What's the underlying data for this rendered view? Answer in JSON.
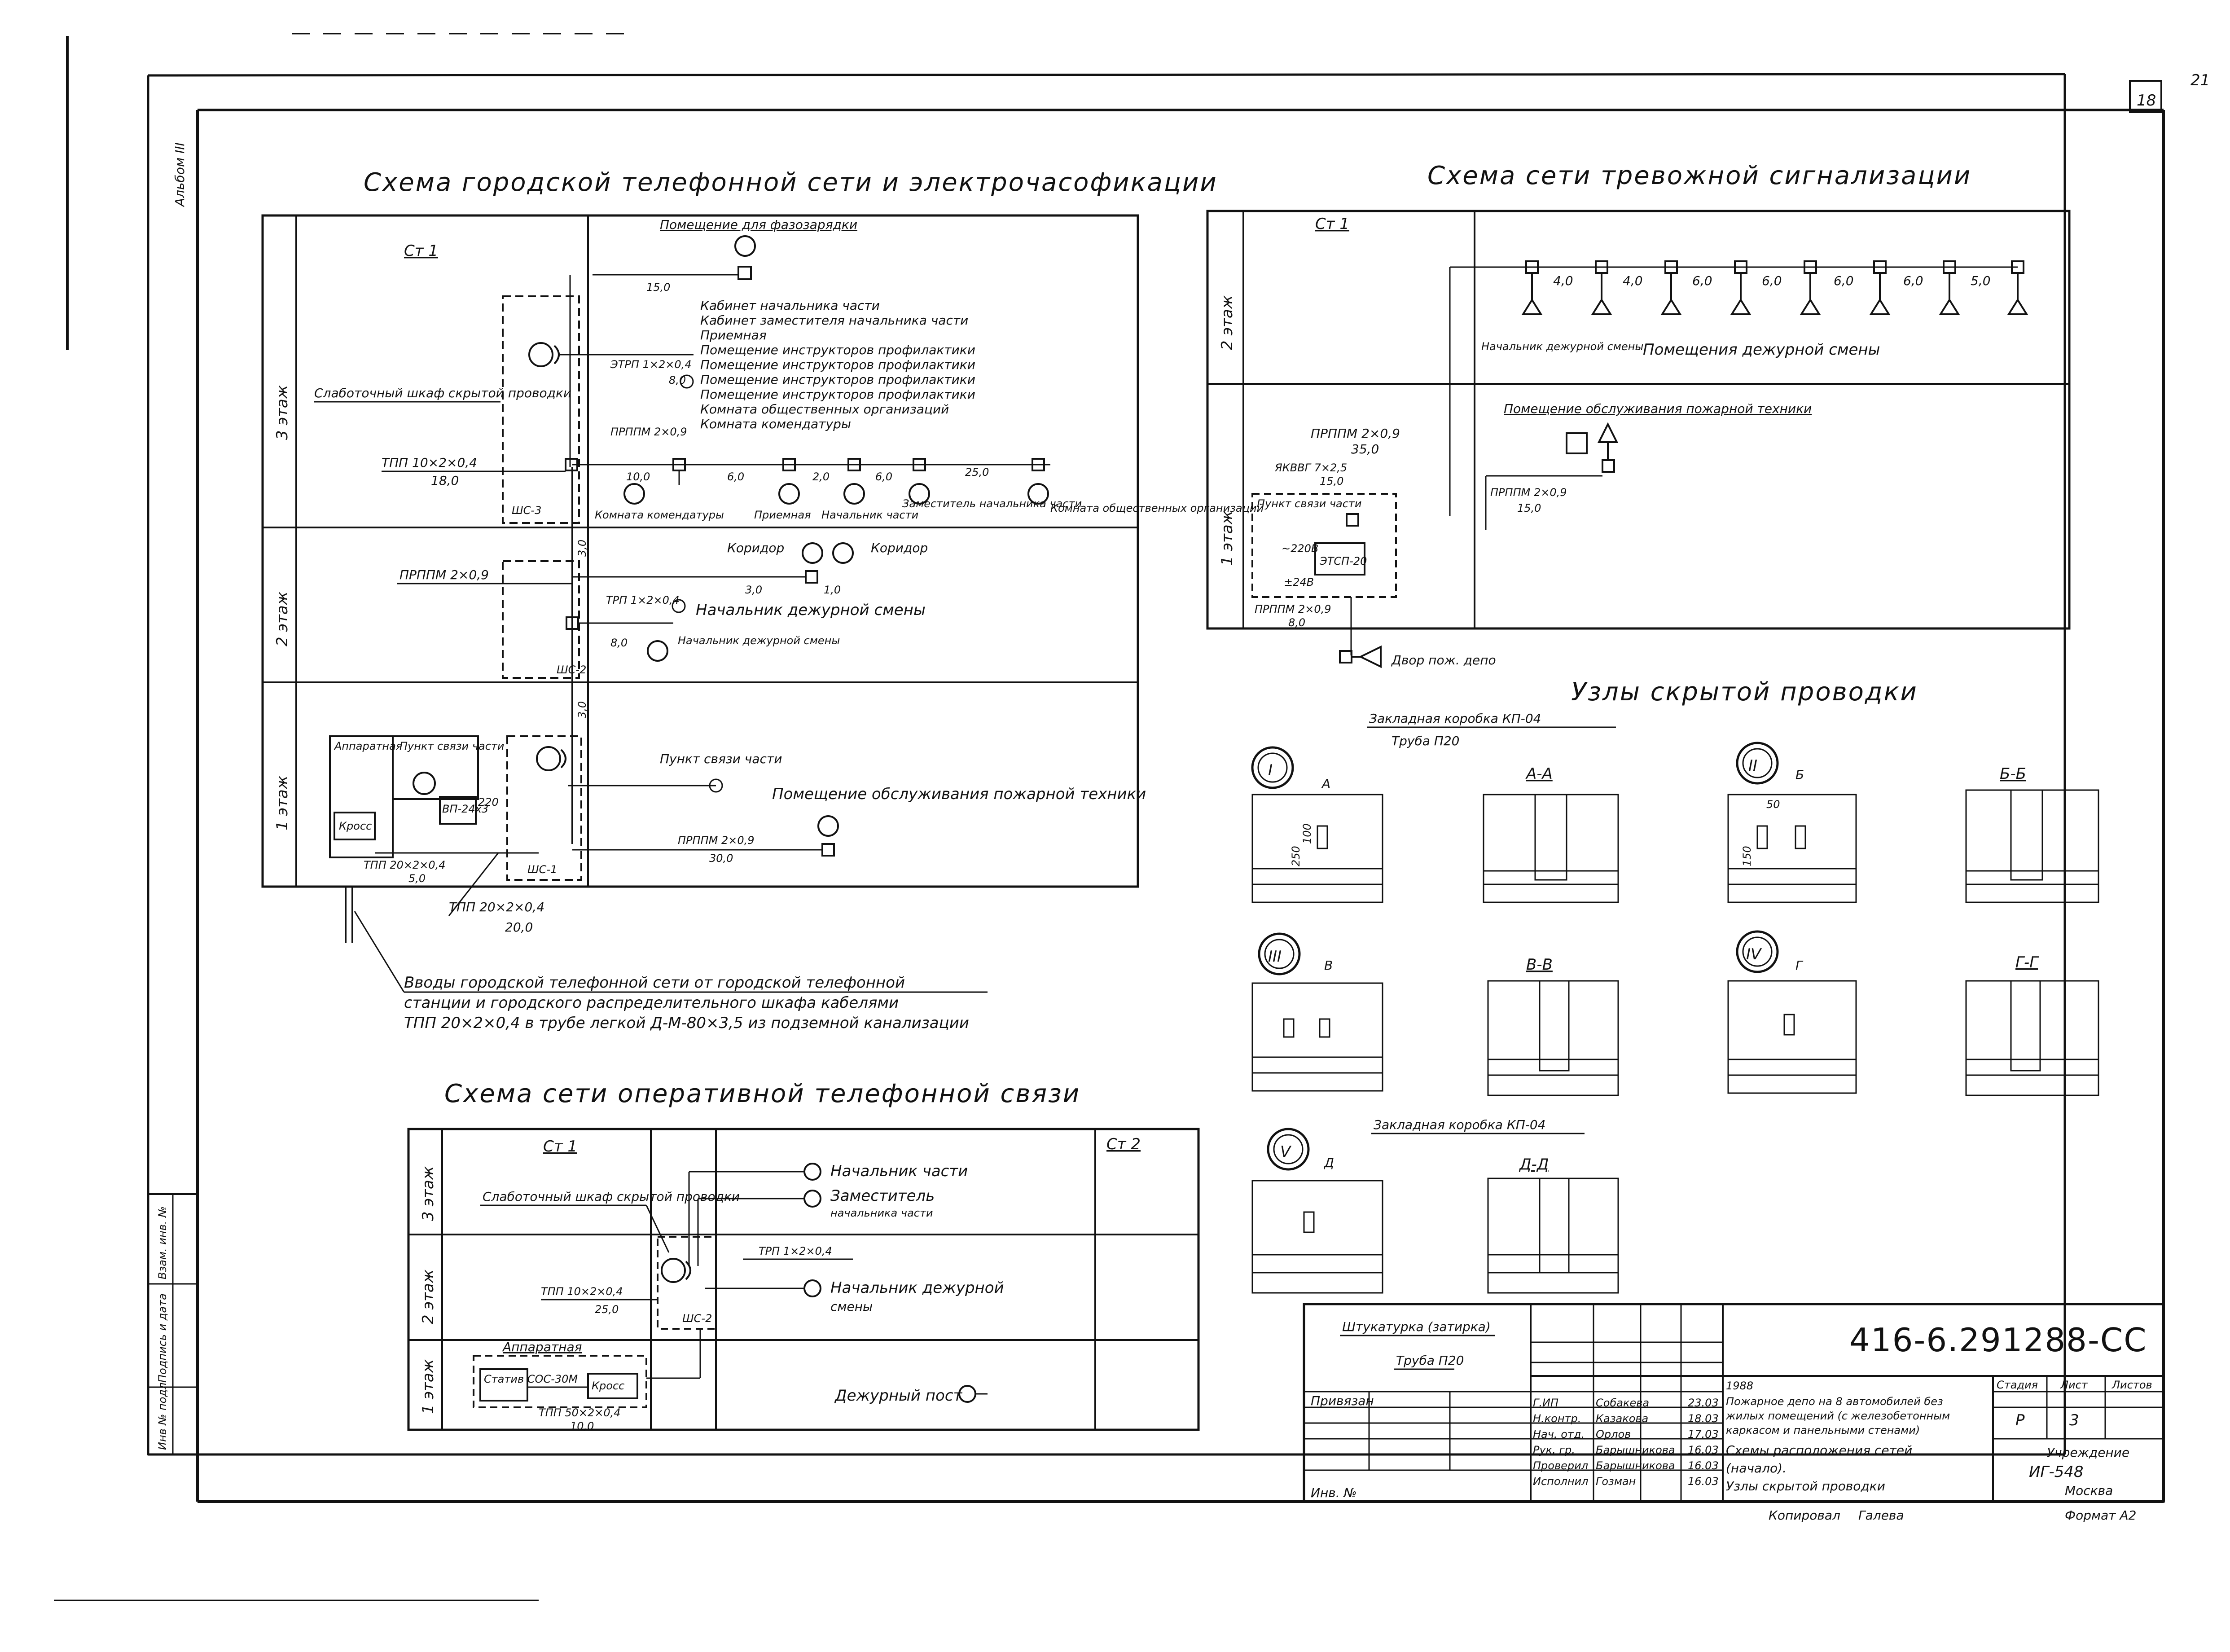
{
  "sheet": {
    "sheet_number": "18",
    "corner_number": "21",
    "left_margin_note": "Альбом III",
    "format": "Формат А2",
    "copied": "Копировал",
    "copier": "Галева"
  },
  "left_stamp": {
    "inv_no": "Инв № подл",
    "signature_date": "Подпись и дата",
    "replaced_inv": "Взам. инв. №"
  },
  "phone_scheme": {
    "title": "Схема городской телефонной сети и электрочасофикации",
    "st_label": "Ст 1",
    "floors": [
      "3 этаж",
      "2 этаж",
      "1 этаж"
    ],
    "floor3": {
      "room_phase": "Помещение для фазозарядки",
      "len_15": "15,0",
      "rooms": [
        "Кабинет начальника части",
        "Кабинет заместителя начальника части",
        "Приемная",
        "Помещение инструкторов профилактики",
        "Помещение инструкторов профилактики",
        "Помещение инструкторов профилактики",
        "Помещение инструкторов профилактики",
        "Комната общественных организаций",
        "Комната комендатуры"
      ],
      "cabinet": "Слаботочный шкаф скрытой проводки",
      "etrp": "ЭТРП 1×2×0,4",
      "etrp_len": "8,0",
      "prppm": "ПРППМ 2×0,9",
      "tpp": "ТПП 10×2×0,4",
      "tpp_len": "18,0",
      "lengths": [
        "10,0",
        "6,0",
        "2,0",
        "6,0",
        "25,0"
      ],
      "bottom_rooms": [
        "Комната комендатуры",
        "Приемная",
        "Начальник части",
        "Заместитель начальника части",
        "Комната общественных организаций"
      ],
      "shaft": "ШС-3",
      "riser_len": "3,0"
    },
    "floor2": {
      "prppm": "ПРППМ 2×0,9",
      "corridor_left": "Коридор",
      "corridor_right": "Коридор",
      "len_30": "3,0",
      "len_10": "1,0",
      "trp": "ТРП 1×2×0,4",
      "duty_chief": "Начальник дежурной смены",
      "len_80": "8,0",
      "duty_chiefs": "Начальник дежурной смены",
      "shaft": "ШС-2",
      "riser_len": "3,0"
    },
    "floor1": {
      "apparatus": "Аппаратная",
      "comm_point": "Пункт связи части",
      "kross": "Кросс",
      "device": "ВП-24x3",
      "volt": "220",
      "tpp20": "ТПП 20×2×0,4",
      "tpp20_len": "5,0",
      "shaft": "ШС-1",
      "comm_point_room": "Пункт связи части",
      "fire_room": "Помещение обслуживания пожарной техники",
      "prppm": "ПРППМ 2×0,9",
      "prppm_len": "30,0",
      "tpp_out": "ТПП 20×2×0,4",
      "tpp_out_len": "20,0"
    },
    "note_lines": [
      "Вводы городской телефонной сети от городской телефонной",
      "станции и городского распределительного шкафа кабелями",
      "ТПП 20×2×0,4 в трубе легкой Д-М-80×3,5 из подземной канализации"
    ]
  },
  "alarm_scheme": {
    "title": "Схема сети тревожной сигнализации",
    "st_label": "Ст 1",
    "floors": [
      "2 этаж",
      "1 этаж"
    ],
    "lengths": [
      "4,0",
      "4,0",
      "6,0",
      "6,0",
      "6,0",
      "6,0",
      "5,0"
    ],
    "chiefs": "Начальник дежурной смены",
    "rooms": "Помещения дежурной смены",
    "fire_room": "Помещение обслуживания пожарной техники",
    "prppm1": "ПРППМ 2×0,9",
    "len_35": "35,0",
    "cable": "ЯКВВГ 7×2,5",
    "len_15a": "15,0",
    "comm_point": "Пункт связи части",
    "v220": "~220В",
    "v24": "±24В",
    "device": "ЭТСП-20",
    "prppm2": "ПРППМ 2×0,9",
    "len_15b": "15,0",
    "prppm3": "ПРППМ 2×0,9",
    "len_8": "8,0",
    "gate": "Двор пож. депо"
  },
  "nodes": {
    "title": "Узлы скрытой проводки",
    "box_label": "Закладная коробка КП-04",
    "pipe_label": "Труба П20",
    "dims": [
      "250",
      "100",
      "50",
      "150"
    ],
    "items": [
      {
        "num": "I",
        "cut": "А",
        "section": "А-А"
      },
      {
        "num": "II",
        "cut": "Б",
        "section": "Б-Б"
      },
      {
        "num": "III",
        "cut": "В",
        "section": "В-В"
      },
      {
        "num": "IV",
        "cut": "Г",
        "section": "Г-Г"
      },
      {
        "num": "V",
        "cut": "Д",
        "section": "Д-Д"
      }
    ],
    "box_label2": "Закладная коробка КП-04",
    "plaster": "Штукатурка (затирка)",
    "pipe2": "Труба П20"
  },
  "op_scheme": {
    "title": "Схема сети оперативной телефонной связи",
    "st1": "Ст 1",
    "st2": "Ст 2",
    "floors": [
      "3 этаж",
      "2 этаж",
      "1 этаж"
    ],
    "cabinet": "Слаботочный шкаф скрытой проводки",
    "chief": "Начальник части",
    "deputy": "Заместитель",
    "deputy2": "начальника части",
    "tpp10": "ТПП 10×2×0,4",
    "len_25": "25,0",
    "trp": "ТРП 1×2×0,4",
    "duty": "Начальник дежурной",
    "duty2": "смены",
    "shaft": "ШС-2",
    "apparatus": "Аппаратная",
    "stative": "Статив СОС-30М",
    "kross": "Кросс",
    "tpp50": "ТПП 50×2×0,4",
    "len_10": "10,0",
    "post": "Дежурный пост"
  },
  "title_block": {
    "code": "416-6.291288-СС",
    "privyazan": "Привязан",
    "inv": "Инв. №",
    "roles": [
      "Г.ИП",
      "Н.контр.",
      "Нач. отд.",
      "Рук. гр.",
      "Проверил",
      "Исполнил"
    ],
    "names": [
      "Собакева",
      "Казакова",
      "Орлов",
      "Барышникова",
      "Барышникова",
      "Гозман"
    ],
    "dates": [
      "23.03",
      "18.03",
      "17.03",
      "16.03",
      "16.03",
      "16.03"
    ],
    "year": "1988",
    "desc": [
      "Пожарное депо на 8 автомобилей без",
      "жилых помещений (с железобетонным",
      "каркасом и панельными стенами)",
      "Схемы расположения сетей",
      "(начало).",
      "Узлы скрытой проводки"
    ],
    "stage_h": "Стадия",
    "sheet_h": "Лист",
    "sheets_h": "Листов",
    "stage": "Р",
    "sheet": "3",
    "org1": "Учреждение",
    "org2": "ИГ-548",
    "org3": "Москва"
  }
}
